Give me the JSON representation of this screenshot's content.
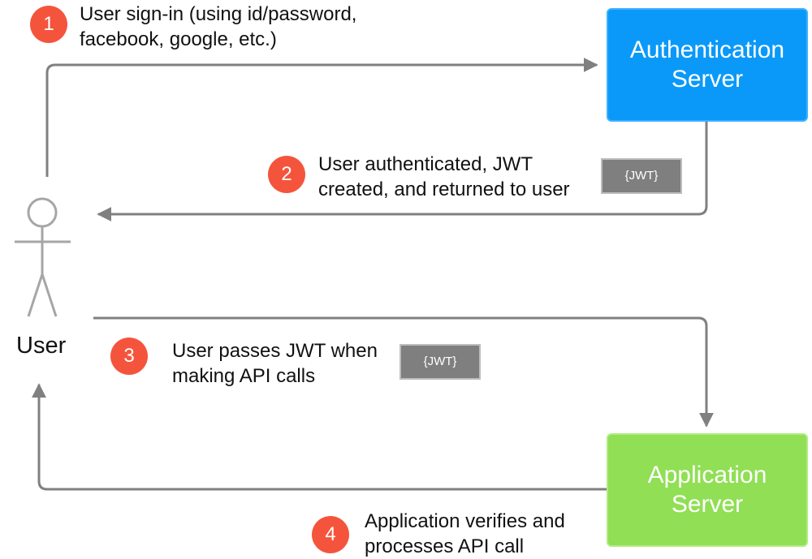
{
  "diagram": {
    "user": {
      "label": "User"
    },
    "auth_server": {
      "line1": "Authentication",
      "line2": "Server",
      "color": "#0a99f8"
    },
    "app_server": {
      "line1": "Application",
      "line2": "Server",
      "color": "#90df55"
    },
    "steps": [
      {
        "number": "1",
        "line1": "User sign-in (using id/password,",
        "line2": "facebook, google, etc.)"
      },
      {
        "number": "2",
        "line1": "User authenticated, JWT",
        "line2": "created, and returned to user",
        "token": "{JWT}"
      },
      {
        "number": "3",
        "line1": "User passes JWT when",
        "line2": "making API calls",
        "token": "{JWT}"
      },
      {
        "number": "4",
        "line1": "Application verifies and",
        "line2": "processes API call"
      }
    ],
    "colors": {
      "badge": "#f5543c",
      "arrow": "#808080",
      "token": "#7f7f7f",
      "stick_figure": "#a6a6a6"
    }
  }
}
